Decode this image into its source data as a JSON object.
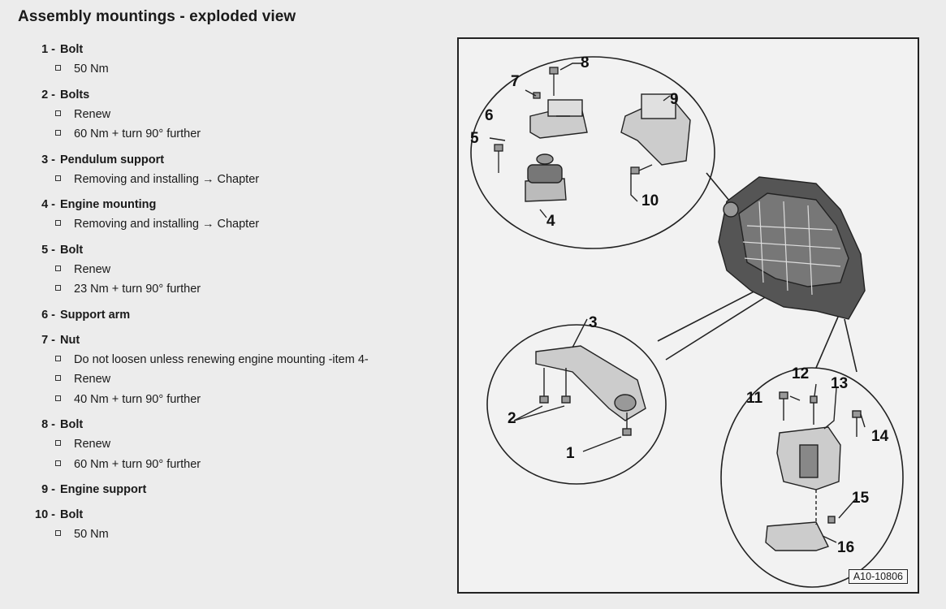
{
  "title": "Assembly mountings - exploded view",
  "items": [
    {
      "num": "1 -",
      "name": "Bolt",
      "notes": [
        "50 Nm"
      ]
    },
    {
      "num": "2 -",
      "name": "Bolts",
      "notes": [
        "Renew",
        "60 Nm + turn 90° further"
      ]
    },
    {
      "num": "3 -",
      "name": "Pendulum support",
      "notes": [
        "Removing and installing → Chapter"
      ]
    },
    {
      "num": "4 -",
      "name": "Engine mounting",
      "notes": [
        "Removing and installing → Chapter"
      ]
    },
    {
      "num": "5 -",
      "name": "Bolt",
      "notes": [
        "Renew",
        "23 Nm + turn 90° further"
      ]
    },
    {
      "num": "6 -",
      "name": "Support arm",
      "notes": []
    },
    {
      "num": "7 -",
      "name": "Nut",
      "notes": [
        "Do not loosen unless renewing engine mounting -item 4-",
        "Renew",
        "40 Nm + turn 90° further"
      ]
    },
    {
      "num": "8 -",
      "name": "Bolt",
      "notes": [
        "Renew",
        "60 Nm + turn 90° further"
      ]
    },
    {
      "num": "9 -",
      "name": "Engine support",
      "notes": []
    },
    {
      "num": "10 -",
      "name": "Bolt",
      "notes": [
        "50 Nm"
      ]
    }
  ],
  "figure": {
    "reference": "A10-10806",
    "callouts": [
      "1",
      "2",
      "3",
      "4",
      "5",
      "6",
      "7",
      "8",
      "9",
      "10",
      "11",
      "12",
      "13",
      "14",
      "15",
      "16"
    ]
  }
}
